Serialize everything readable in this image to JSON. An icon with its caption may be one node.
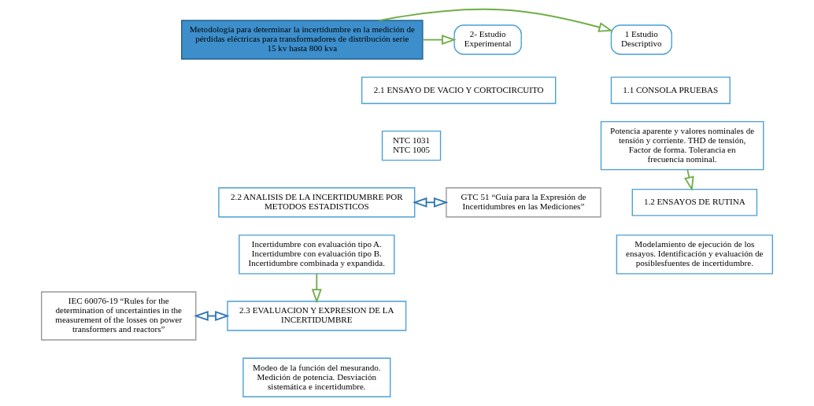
{
  "diagram": {
    "nodes": [
      {
        "text": [
          "Metodología para determinar la incertidumbre en la medición de pérdidas eléctricas para transformadores de distribución serie 15 kv hasta 800 kva"
        ]
      },
      {
        "text": [
          "1 Estudio Descriptivo"
        ]
      },
      {
        "text": [
          "2- Estudio Experimental"
        ]
      },
      {
        "text": [
          "1.1 CONSOLA PRUEBAS"
        ]
      },
      {
        "text": [
          "Potencia aparente y valores nominales de tensión y corriente. THD de tensión, Factor de forma. Tolerancia en frecuencia nominal."
        ]
      },
      {
        "text": [
          "1.2 ENSAYOS DE RUTINA"
        ]
      },
      {
        "text": [
          "Modelamiento de ejecución de los ensayos. Identificación y evaluación de posiblesfuentes de incertidumbre."
        ]
      },
      {
        "text": [
          "2.1 ENSAYO DE VACIO Y CORTOCIRCUITO"
        ]
      },
      {
        "text": [
          "NTC 1031 NTC 1005"
        ]
      },
      {
        "text": [
          "GTC 51 “Guía para la Expresión de Incertidumbres en las Mediciones”"
        ]
      },
      {
        "text": [
          "2.2 ANALISIS DE LA INCERTIDUMBRE POR METODOS ESTADISTICOS"
        ]
      },
      {
        "text": [
          "Incertidumbre con evaluación tipo A. Incertidumbre con evaluación tipo B. Incertidumbre combinada y expandida."
        ]
      },
      {
        "text": [
          "IEC 60076-19 “Rules for the determination of uncertainties in the measurement of the losses on power transformers and reactors”"
        ]
      },
      {
        "text": [
          "2.3 EVALUACION Y EXPRESION DE LA INCERTIDUMBRE"
        ]
      },
      {
        "text": [
          "Modeo de la función del mesurando. Medición de potencia. Desviación sistemática e incertidumbre."
        ]
      }
    ],
    "edges": [
      {
        "from": 0,
        "to": 1,
        "arrow": "to"
      },
      {
        "from": 0,
        "to": 2,
        "arrow": "to"
      },
      {
        "from": 4,
        "to": 5,
        "arrow": "to"
      },
      {
        "from": 9,
        "to": 10,
        "arrow": "both",
        "color": "#2e75b6"
      },
      {
        "from": 11,
        "to": 13,
        "arrow": "to"
      },
      {
        "from": 12,
        "to": 13,
        "arrow": "both",
        "color": "#2e75b6"
      }
    ]
  }
}
